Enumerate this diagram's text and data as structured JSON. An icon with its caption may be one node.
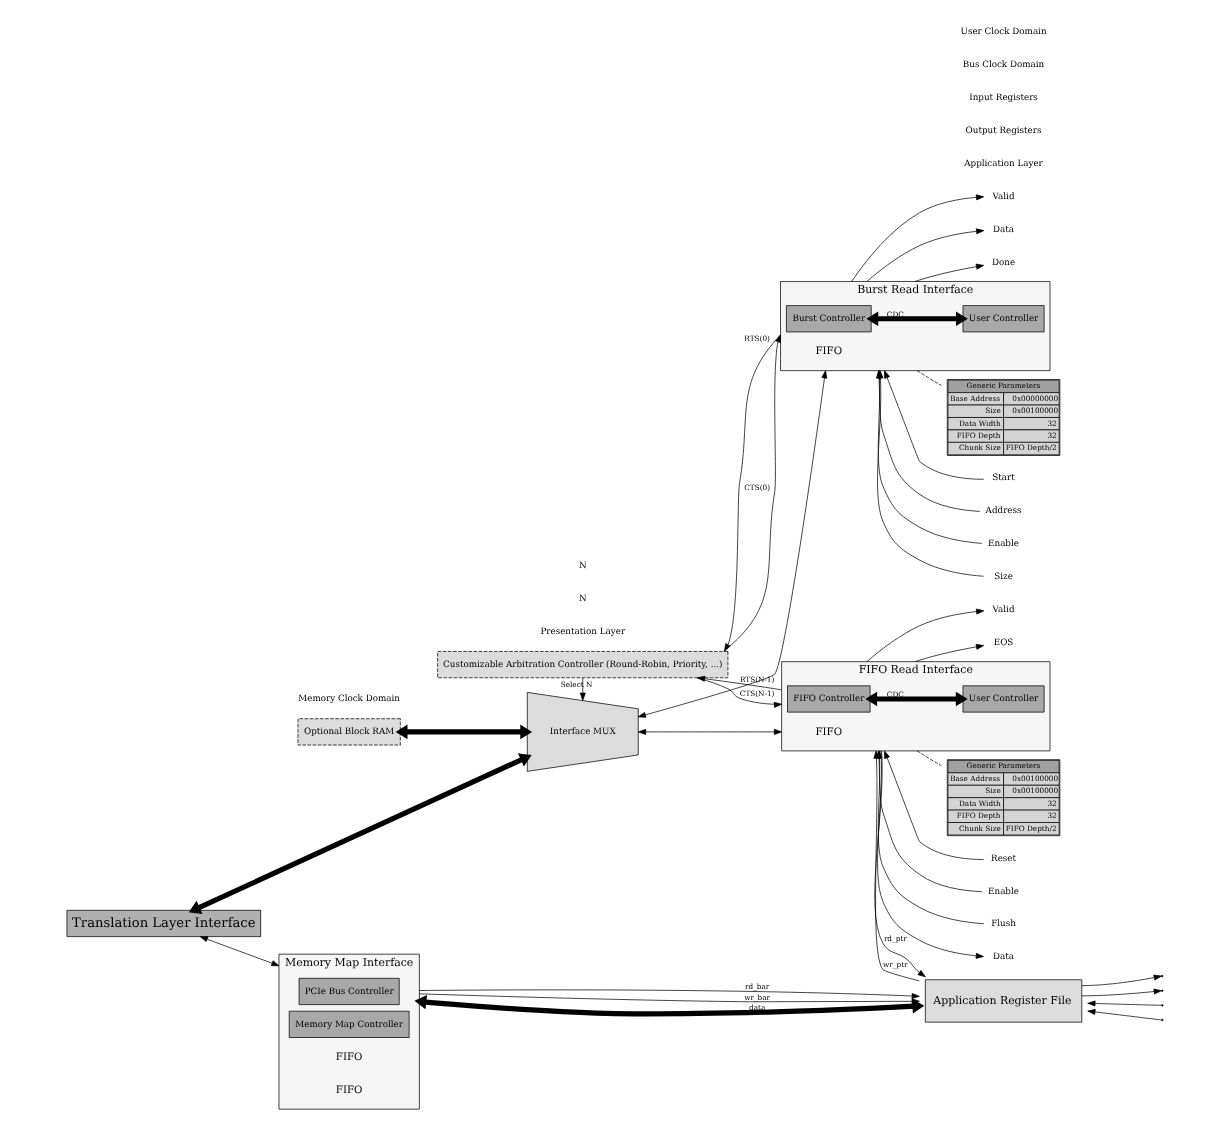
{
  "diagram": {
    "nodes": [
      {
        "text": [
          "Translation Layer Interface"
        ]
      },
      {
        "text": [
          "Customizable Arbitration Controller (Round-Robin, Priority, ...)"
        ]
      },
      {
        "text": [
          "Optional Block RAM"
        ]
      },
      {
        "text": [
          "Interface MUX"
        ]
      },
      {
        "text": [
          "Burst Read Interface"
        ]
      },
      {
        "text": [
          "Burst Controller"
        ],
        "in": 4
      },
      {
        "text": [
          "User Controller"
        ],
        "in": 4
      },
      {
        "text": [
          "FIFO"
        ],
        "in": 4
      },
      {
        "text": [
          "FIFO Read Interface"
        ]
      },
      {
        "text": [
          "FIFO Controller"
        ],
        "in": 8
      },
      {
        "text": [
          "User Controller"
        ],
        "in": 8
      },
      {
        "text": [
          "FIFO"
        ],
        "in": 8
      },
      {
        "text": [
          "Memory Map Interface"
        ]
      },
      {
        "text": [
          "PCIe Bus Controller"
        ],
        "in": 12
      },
      {
        "text": [
          "Memory Map Controller"
        ],
        "in": 12
      },
      {
        "text": [
          "FIFO"
        ],
        "in": 12
      },
      {
        "text": [
          "FIFO"
        ],
        "in": 12
      },
      {
        "text": [
          "Application Register File"
        ]
      },
      {
        "text": [
          "Generic Parameters",
          "Base Address",
          "0x00000000",
          "Size",
          "0x00100000",
          "Data Width",
          "32",
          "FIFO Depth",
          "32",
          "Chunk Size",
          "FIFO Depth/2"
        ]
      },
      {
        "text": [
          "Generic Parameters",
          "Base Address",
          "0x00100000",
          "Size",
          "0x00100000",
          "Data Width",
          "32",
          "FIFO Depth",
          "32",
          "Chunk Size",
          "FIFO Depth/2"
        ]
      },
      {
        "text": [
          "Start"
        ]
      },
      {
        "text": [
          "Address"
        ]
      },
      {
        "text": [
          "Enable"
        ]
      },
      {
        "text": [
          "Size"
        ]
      },
      {
        "text": [
          "Valid"
        ]
      },
      {
        "text": [
          "Data"
        ]
      },
      {
        "text": [
          "Done"
        ]
      },
      {
        "text": [
          "Reset"
        ]
      },
      {
        "text": [
          "Enable"
        ]
      },
      {
        "text": [
          "Flush"
        ]
      },
      {
        "text": [
          "Data"
        ]
      },
      {
        "text": [
          "Valid"
        ]
      },
      {
        "text": [
          "EOS"
        ]
      }
    ],
    "edges": [
      {
        "from": 0,
        "to": 3,
        "arrow": "both",
        "style": "thick"
      },
      {
        "from": 2,
        "to": 3,
        "arrow": "both",
        "style": "thick"
      },
      {
        "from": 1,
        "to": 3,
        "arrow": "to",
        "label": "Select N"
      },
      {
        "from": 4,
        "to": 1,
        "arrow": "to",
        "label": "RTS(0)"
      },
      {
        "from": 8,
        "to": 1,
        "arrow": "to",
        "label": "RTS(N-1)"
      },
      {
        "from": 1,
        "to": 4,
        "arrow": "to",
        "label": "CTS(0)"
      },
      {
        "from": 1,
        "to": 8,
        "arrow": "to",
        "label": "CTS(N-1)"
      },
      {
        "from": 3,
        "to": 4,
        "arrow": "both"
      },
      {
        "from": 3,
        "to": 8,
        "arrow": "both"
      },
      {
        "from": 5,
        "to": 6,
        "arrow": "both",
        "style": "thick",
        "label": "CDC"
      },
      {
        "from": 9,
        "to": 10,
        "arrow": "both",
        "style": "thick",
        "label": "CDC"
      },
      {
        "from": 18,
        "to": 4,
        "arrow": "none",
        "style": "dashed"
      },
      {
        "from": 19,
        "to": 8,
        "arrow": "none",
        "style": "dashed"
      },
      {
        "from": 20,
        "to": 4,
        "arrow": "to"
      },
      {
        "from": 21,
        "to": 4,
        "arrow": "to"
      },
      {
        "from": 22,
        "to": 4,
        "arrow": "to"
      },
      {
        "from": 23,
        "to": 4,
        "arrow": "to"
      },
      {
        "from": 4,
        "to": 24,
        "arrow": "to"
      },
      {
        "from": 4,
        "to": 25,
        "arrow": "to"
      },
      {
        "from": 4,
        "to": 26,
        "arrow": "to"
      },
      {
        "from": 27,
        "to": 8,
        "arrow": "to"
      },
      {
        "from": 28,
        "to": 8,
        "arrow": "to"
      },
      {
        "from": 29,
        "to": 8,
        "arrow": "to"
      },
      {
        "from": 8,
        "to": 30,
        "arrow": "to"
      },
      {
        "from": 8,
        "to": 31,
        "arrow": "to"
      },
      {
        "from": 8,
        "to": 32,
        "arrow": "to"
      },
      {
        "from": 8,
        "to": 17,
        "arrow": "to",
        "label": "rd_ptr"
      },
      {
        "from": 17,
        "to": 8,
        "arrow": "to",
        "label": "wr_ptr"
      },
      {
        "from": 0,
        "to": 12,
        "arrow": "both"
      },
      {
        "from": 12,
        "to": 17,
        "arrow": "to",
        "label": "rd_bar"
      },
      {
        "from": 12,
        "to": 17,
        "arrow": "to",
        "label": "wr_bar"
      },
      {
        "from": 12,
        "to": 17,
        "arrow": "both",
        "style": "thick",
        "label": "data"
      },
      {
        "from": 17,
        "to": null,
        "arrow": "to"
      },
      {
        "from": 17,
        "to": null,
        "arrow": "to"
      },
      {
        "from": null,
        "to": 17,
        "arrow": "to"
      },
      {
        "from": null,
        "to": 17,
        "arrow": "to"
      }
    ],
    "labels": [
      "Presentation Layer",
      "Application Layer",
      "N",
      "N",
      "Memory Clock Domain",
      "Output Registers",
      "Input Registers",
      "Bus Clock Domain",
      "User Clock Domain"
    ]
  }
}
